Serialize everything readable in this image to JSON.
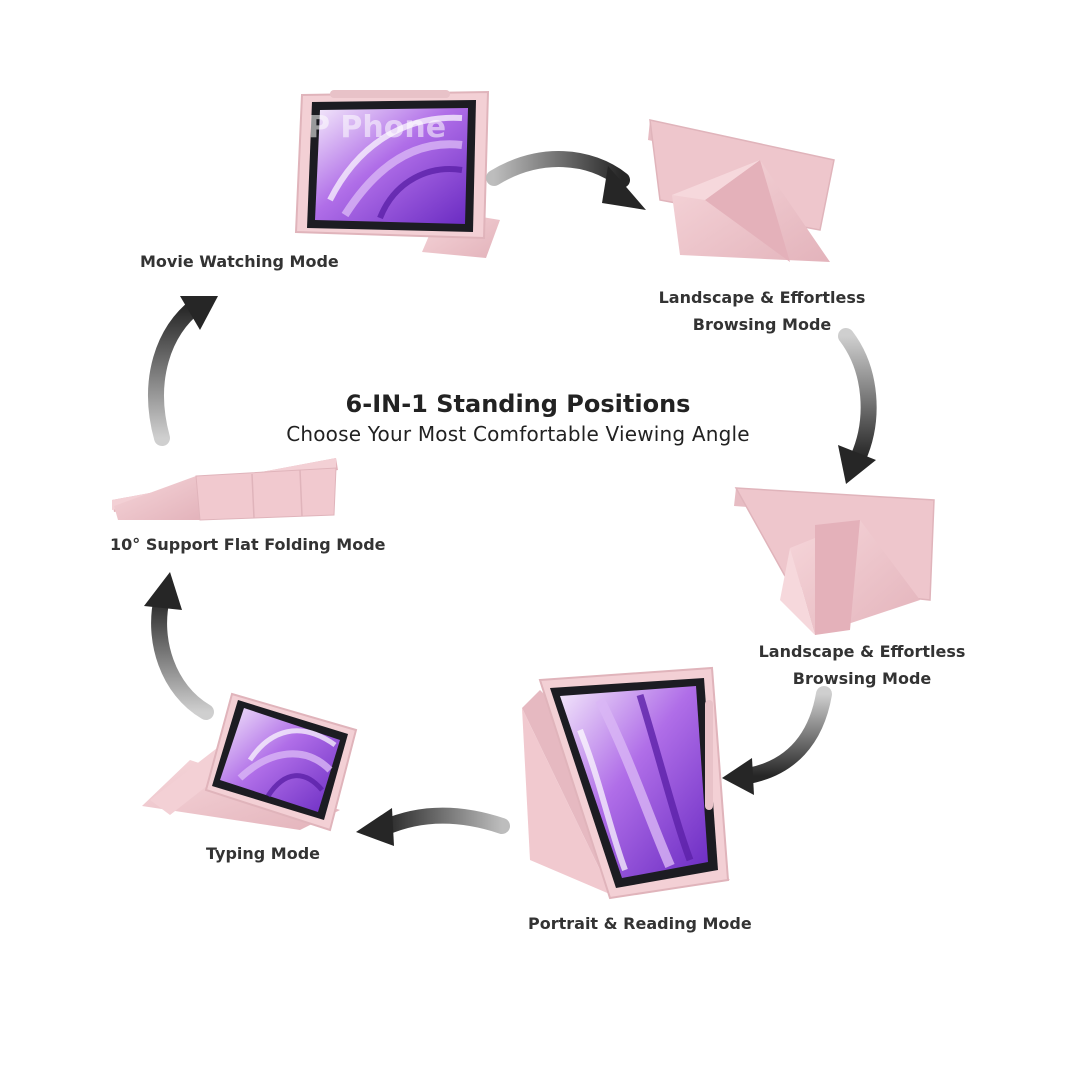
{
  "header": {
    "title": "6-IN-1 Standing Positions",
    "subtitle": "Choose Your Most Comfortable Viewing Angle"
  },
  "watermark": "Phone",
  "modes": [
    {
      "label": "Movie Watching Mode"
    },
    {
      "label_line1": "Landscape & Effortless",
      "label_line2": "Browsing Mode"
    },
    {
      "label_line1": "Landscape & Effortless",
      "label_line2": "Browsing  Mode"
    },
    {
      "label": "Portrait & Reading Mode"
    },
    {
      "label": "Typing Mode"
    },
    {
      "label": "10° Support Flat Folding Mode"
    }
  ],
  "colors": {
    "case_pink": "#f1c9cf",
    "case_dark": "#d9a9b1",
    "bezel": "#1c1c22",
    "screen_purple": "#8b3fd6",
    "arrow": "#2e2e2e"
  }
}
